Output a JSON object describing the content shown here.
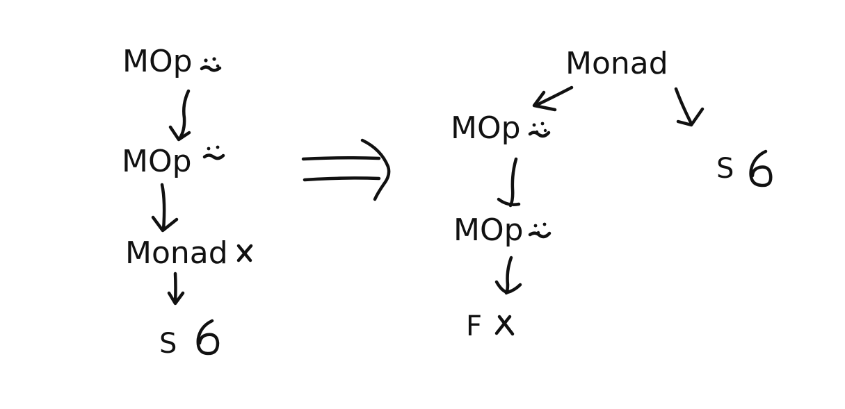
{
  "left_tree": {
    "node_mop_top": "MOp",
    "node_mop_mid": "MOp",
    "node_monad": "Monad",
    "node_s": "S"
  },
  "right_tree": {
    "node_monad": "Monad",
    "node_mop_1": "MOp",
    "node_mop_2": "MOp",
    "node_f": "F",
    "node_s": "S"
  },
  "ink_color": "#111111",
  "background_color": "#ffffff",
  "icons": [
    "dots-tilde-icon",
    "cross-icon",
    "sigma-glyph-icon",
    "double-arrow-icon",
    "arrow-down-icon"
  ]
}
